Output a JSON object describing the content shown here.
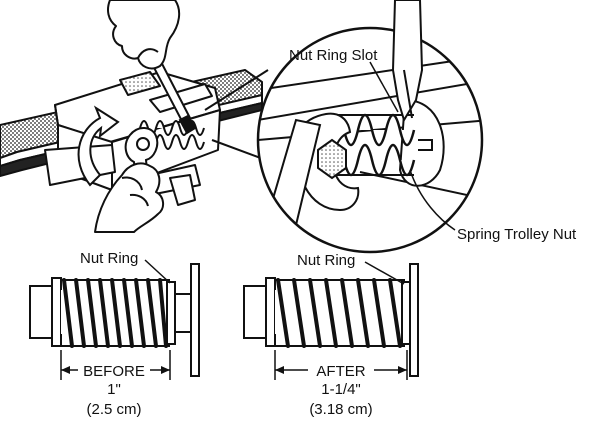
{
  "labels": {
    "nut_ring_slot": "Nut Ring Slot",
    "spring_trolley_nut": "Spring Trolley Nut",
    "nut_ring_before": "Nut Ring",
    "nut_ring_after": "Nut Ring"
  },
  "before": {
    "caption": "BEFORE",
    "measure_in": "1\"",
    "measure_cm": "(2.5 cm)"
  },
  "after": {
    "caption": "AFTER",
    "measure_in": "1-1/4\"",
    "measure_cm": "(3.18 cm)"
  },
  "colors": {
    "ink": "#111111",
    "paper": "#ffffff",
    "shade": "#8a8a8a"
  }
}
